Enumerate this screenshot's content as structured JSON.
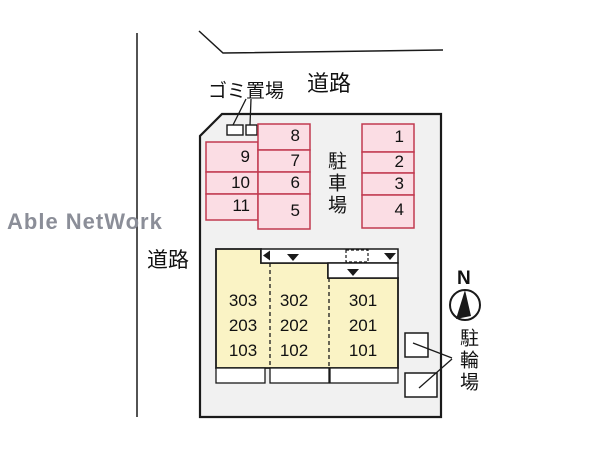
{
  "watermark": {
    "text": "Able NetWork"
  },
  "labels": {
    "road_top": "道路",
    "road_left": "道路",
    "garbage_area": "ゴミ置場",
    "car_parking": "駐車場",
    "bicycle_parking": "駐輪場",
    "north": "N"
  },
  "parking_spaces": {
    "outer_left": [
      "9",
      "10",
      "11"
    ],
    "inner_left": [
      "8",
      "7",
      "6",
      "5"
    ],
    "right": [
      "1",
      "2",
      "3",
      "4"
    ]
  },
  "building_rooms": {
    "columns": [
      [
        "303",
        "203",
        "103"
      ],
      [
        "302",
        "202",
        "102"
      ],
      [
        "301",
        "201",
        "101"
      ]
    ]
  },
  "colors": {
    "parking_fill": "#fbdde4",
    "parking_border": "#c13a50",
    "building_fill": "#faf3c5",
    "site_fill": "#f1f1f1",
    "line": "#1a1a1a",
    "watermark": "#8b8e98"
  }
}
